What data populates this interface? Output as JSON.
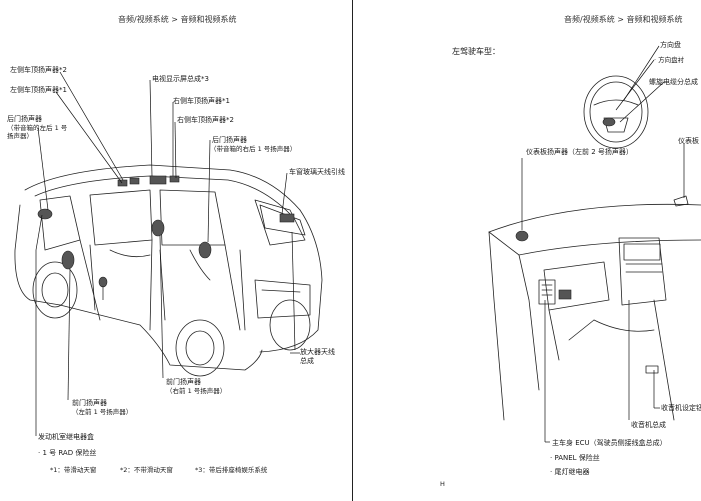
{
  "left": {
    "header": "音频/视频系统 > 音频和视频系统",
    "labels": {
      "front_door_speaker_left_upper": "左侧车顶扬声器*2",
      "front_door_speaker_left": "左侧车顶扬声器*1",
      "rear_door_speaker_label_1": "后门扬声器",
      "rear_door_speaker_label_2": "（带音箱的左后 1 号",
      "rear_door_speaker_label_3": "扬声器）",
      "tv_display": "电视显示屏总成*3",
      "right_roof_speaker_1": "右侧车顶扬声器*1",
      "right_roof_speaker_2": "右侧车顶扬声器*2",
      "rear_door_speaker_right_1": "后门扬声器",
      "rear_door_speaker_right_2": "（带音箱的右后 1 号扬声器）",
      "rear_window_antenna": "车窗玻璃天线引线",
      "amp_antenna_1": "放大器天线",
      "amp_antenna_2": "总成",
      "front_door_speaker_right_1": "前门扬声器",
      "front_door_speaker_right_2": "（右前 1 号扬声器）",
      "front_door_speaker_left_1": "前门扬声器",
      "front_door_speaker_left_2": "（左前 1 号扬声器）",
      "engine_relay_box": "发动机室继电器盒",
      "rad_fuse": "· 1 号 RAD 保险丝"
    },
    "footnotes": {
      "n1": "*1：带滑动天窗",
      "n2": "*2：不带滑动天窗",
      "n3": "*3：带后排座椅娱乐系统"
    }
  },
  "right": {
    "header": "音频/视频系统 > 音频和视频系统",
    "section_title": "左驾驶车型：",
    "labels": {
      "steering_wheel": "方向盘",
      "steering_pad": "· 方向盘衬",
      "spiral_cable": "螺旋电缆分总成",
      "dash_speaker_right": "仪表板",
      "dash_speaker_left": "仪表板扬声器（左前 2 号扬声器）",
      "radio_bracket": "收音机设定钮",
      "radio_assy": "收音机总成",
      "main_body_ecu": "主车身 ECU（驾驶员侧接线盒总成）",
      "panel_fuse": "· PANEL 保险丝",
      "tail_relay": "· 尾灯继电器"
    },
    "page_no": "H"
  }
}
